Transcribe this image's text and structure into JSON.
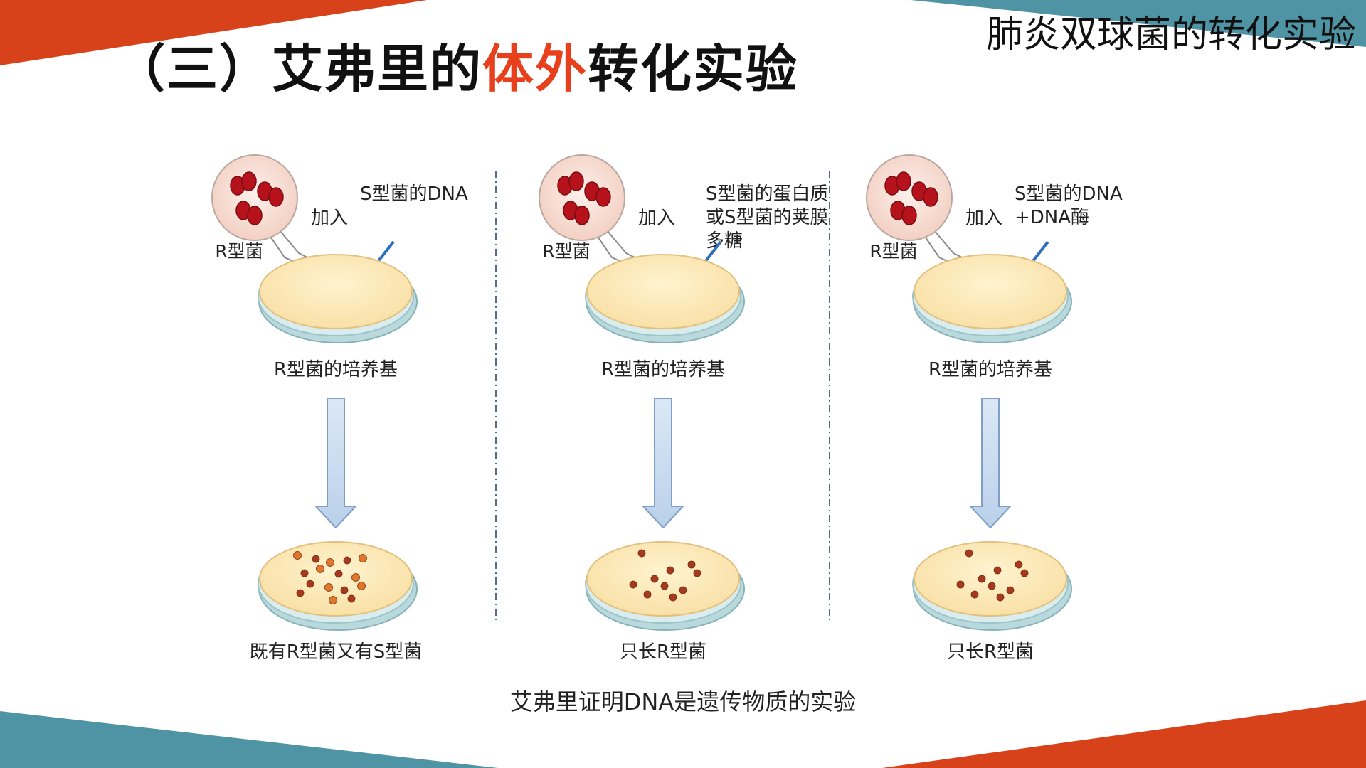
{
  "slide": {
    "title_prefix": "（三）艾弗里的",
    "title_highlight": "体外",
    "title_suffix": "转化实验",
    "topic": "肺炎双球菌的转化实验",
    "caption": "艾弗里证明DNA是遗传物质的实验"
  },
  "colors": {
    "accent_orange": "#d8421a",
    "accent_teal": "#4f94a4",
    "highlight": "#e8401c",
    "arrow_fill": "#c5d9ef",
    "arrow_stroke": "#7f9fc6",
    "medium": "#fbe7b4",
    "bacteria_red": "#b5121b",
    "colony_s": "#e0782a",
    "colony_r": "#a63a1e"
  },
  "panels": [
    {
      "bacteria_label": "R型菌",
      "add_label": "加入",
      "substance_lines": [
        "S型菌的DNA"
      ],
      "plate_label": "R型菌的培养基",
      "result_label": "既有R型菌又有S型菌",
      "result_colonies": "R+S"
    },
    {
      "bacteria_label": "R型菌",
      "add_label": "加入",
      "substance_lines": [
        "S型菌的蛋白质",
        "或S型菌的荚膜",
        "多糖"
      ],
      "plate_label": "R型菌的培养基",
      "result_label": "只长R型菌",
      "result_colonies": "R"
    },
    {
      "bacteria_label": "R型菌",
      "add_label": "加入",
      "substance_lines": [
        "S型菌的DNA",
        "+DNA酶"
      ],
      "plate_label": "R型菌的培养基",
      "result_label": "只长R型菌",
      "result_colonies": "R"
    }
  ]
}
